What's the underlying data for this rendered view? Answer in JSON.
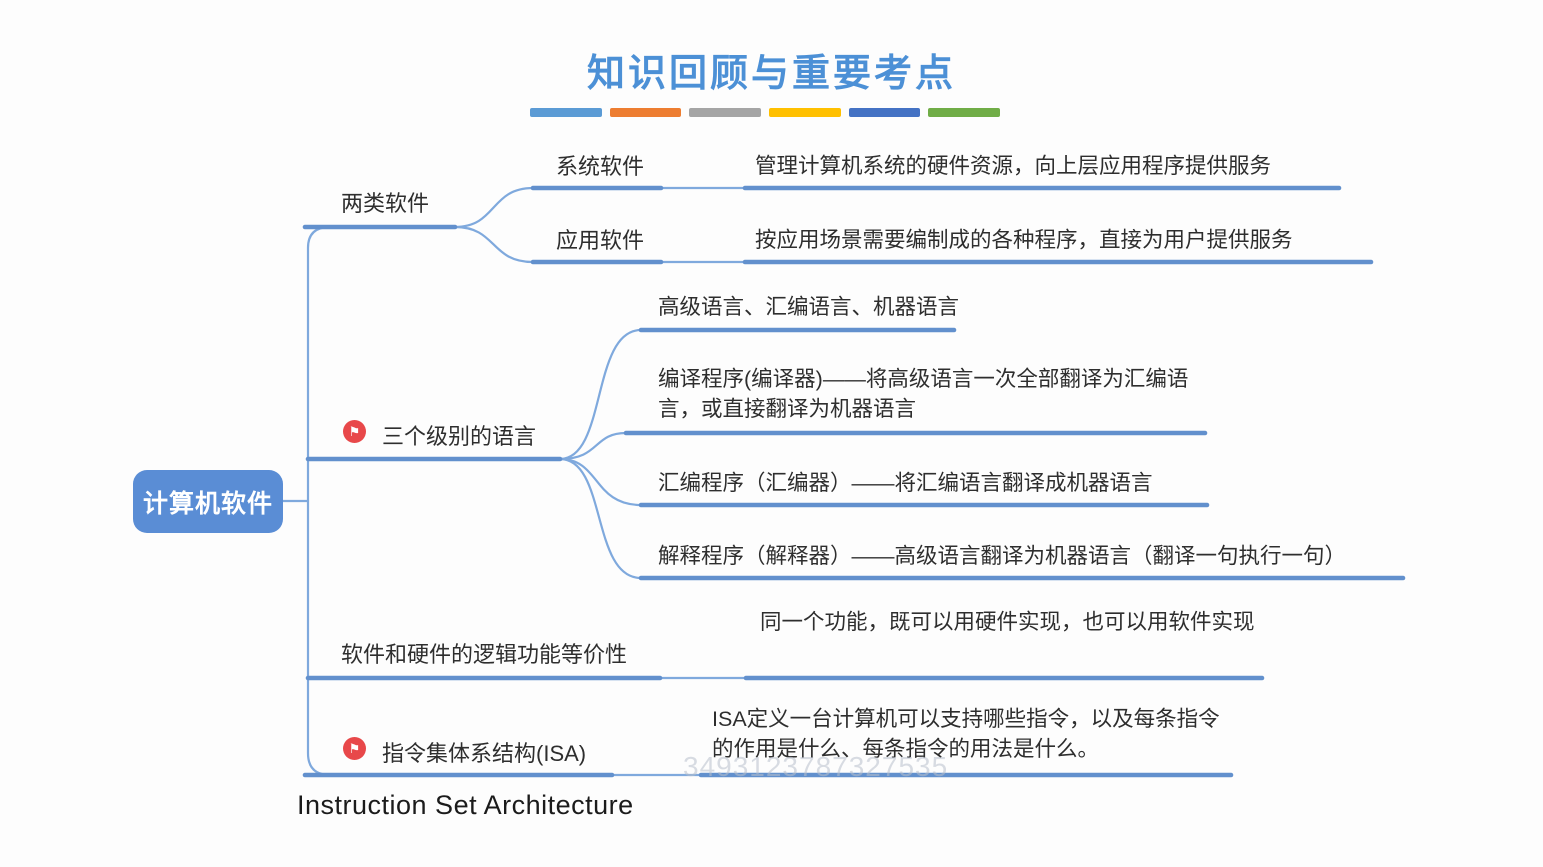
{
  "title": "知识回顾与重要考点",
  "divider_colors": [
    "#5b9bd5",
    "#ed7d31",
    "#a5a5a5",
    "#ffc000",
    "#4472c4",
    "#70ad47"
  ],
  "icons": {
    "flag_glyph": "⚑",
    "flag_color": "#e8484a"
  },
  "colors": {
    "title_blue": "#4c90d6",
    "root_fill": "#5a8dd5",
    "line_thick": "#6290cd",
    "line_thin": "#7fa9dd",
    "text": "#2e2e2e"
  },
  "root": {
    "label": "计算机软件"
  },
  "branches": [
    {
      "label": "两类软件",
      "children": [
        {
          "label": "系统软件",
          "desc": "管理计算机系统的硬件资源，向上层应用程序提供服务"
        },
        {
          "label": "应用软件",
          "desc": "按应用场景需要编制成的各种程序，直接为用户提供服务"
        }
      ]
    },
    {
      "label": "三个级别的语言",
      "flagged": true,
      "children": [
        {
          "desc": "高级语言、汇编语言、机器语言"
        },
        {
          "desc": "编译程序(编译器)——将高级语言一次全部翻译为汇编语言，或直接翻译为机器语言"
        },
        {
          "desc": "汇编程序（汇编器）——将汇编语言翻译成机器语言"
        },
        {
          "desc": "解释程序（解释器）——高级语言翻译为机器语言（翻译一句执行一句）"
        }
      ]
    },
    {
      "label": "软件和硬件的逻辑功能等价性",
      "children": [
        {
          "desc": "同一个功能，既可以用硬件实现，也可以用软件实现"
        }
      ]
    },
    {
      "label": "指令集体系结构(ISA)",
      "flagged": true,
      "children": [
        {
          "desc": "ISA定义一台计算机可以支持哪些指令，以及每条指令的作用是什么、每条指令的用法是什么。"
        }
      ]
    }
  ],
  "footnote": "Instruction Set Architecture",
  "watermark": "3493123787327535"
}
